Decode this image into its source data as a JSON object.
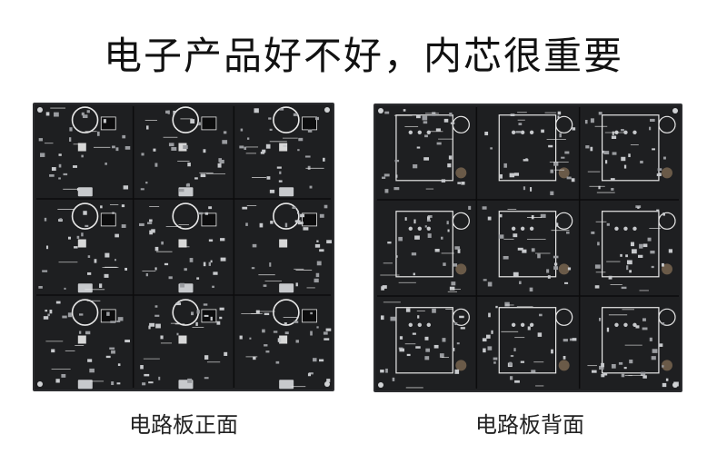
{
  "headline": "电子产品好不好，内芯很重要",
  "captions": {
    "front": "电路板正面",
    "back": "电路板背面"
  },
  "colors": {
    "pcb": "#1e1f21",
    "silk": "#e8e8e8",
    "pad": "#c7c9cc"
  }
}
